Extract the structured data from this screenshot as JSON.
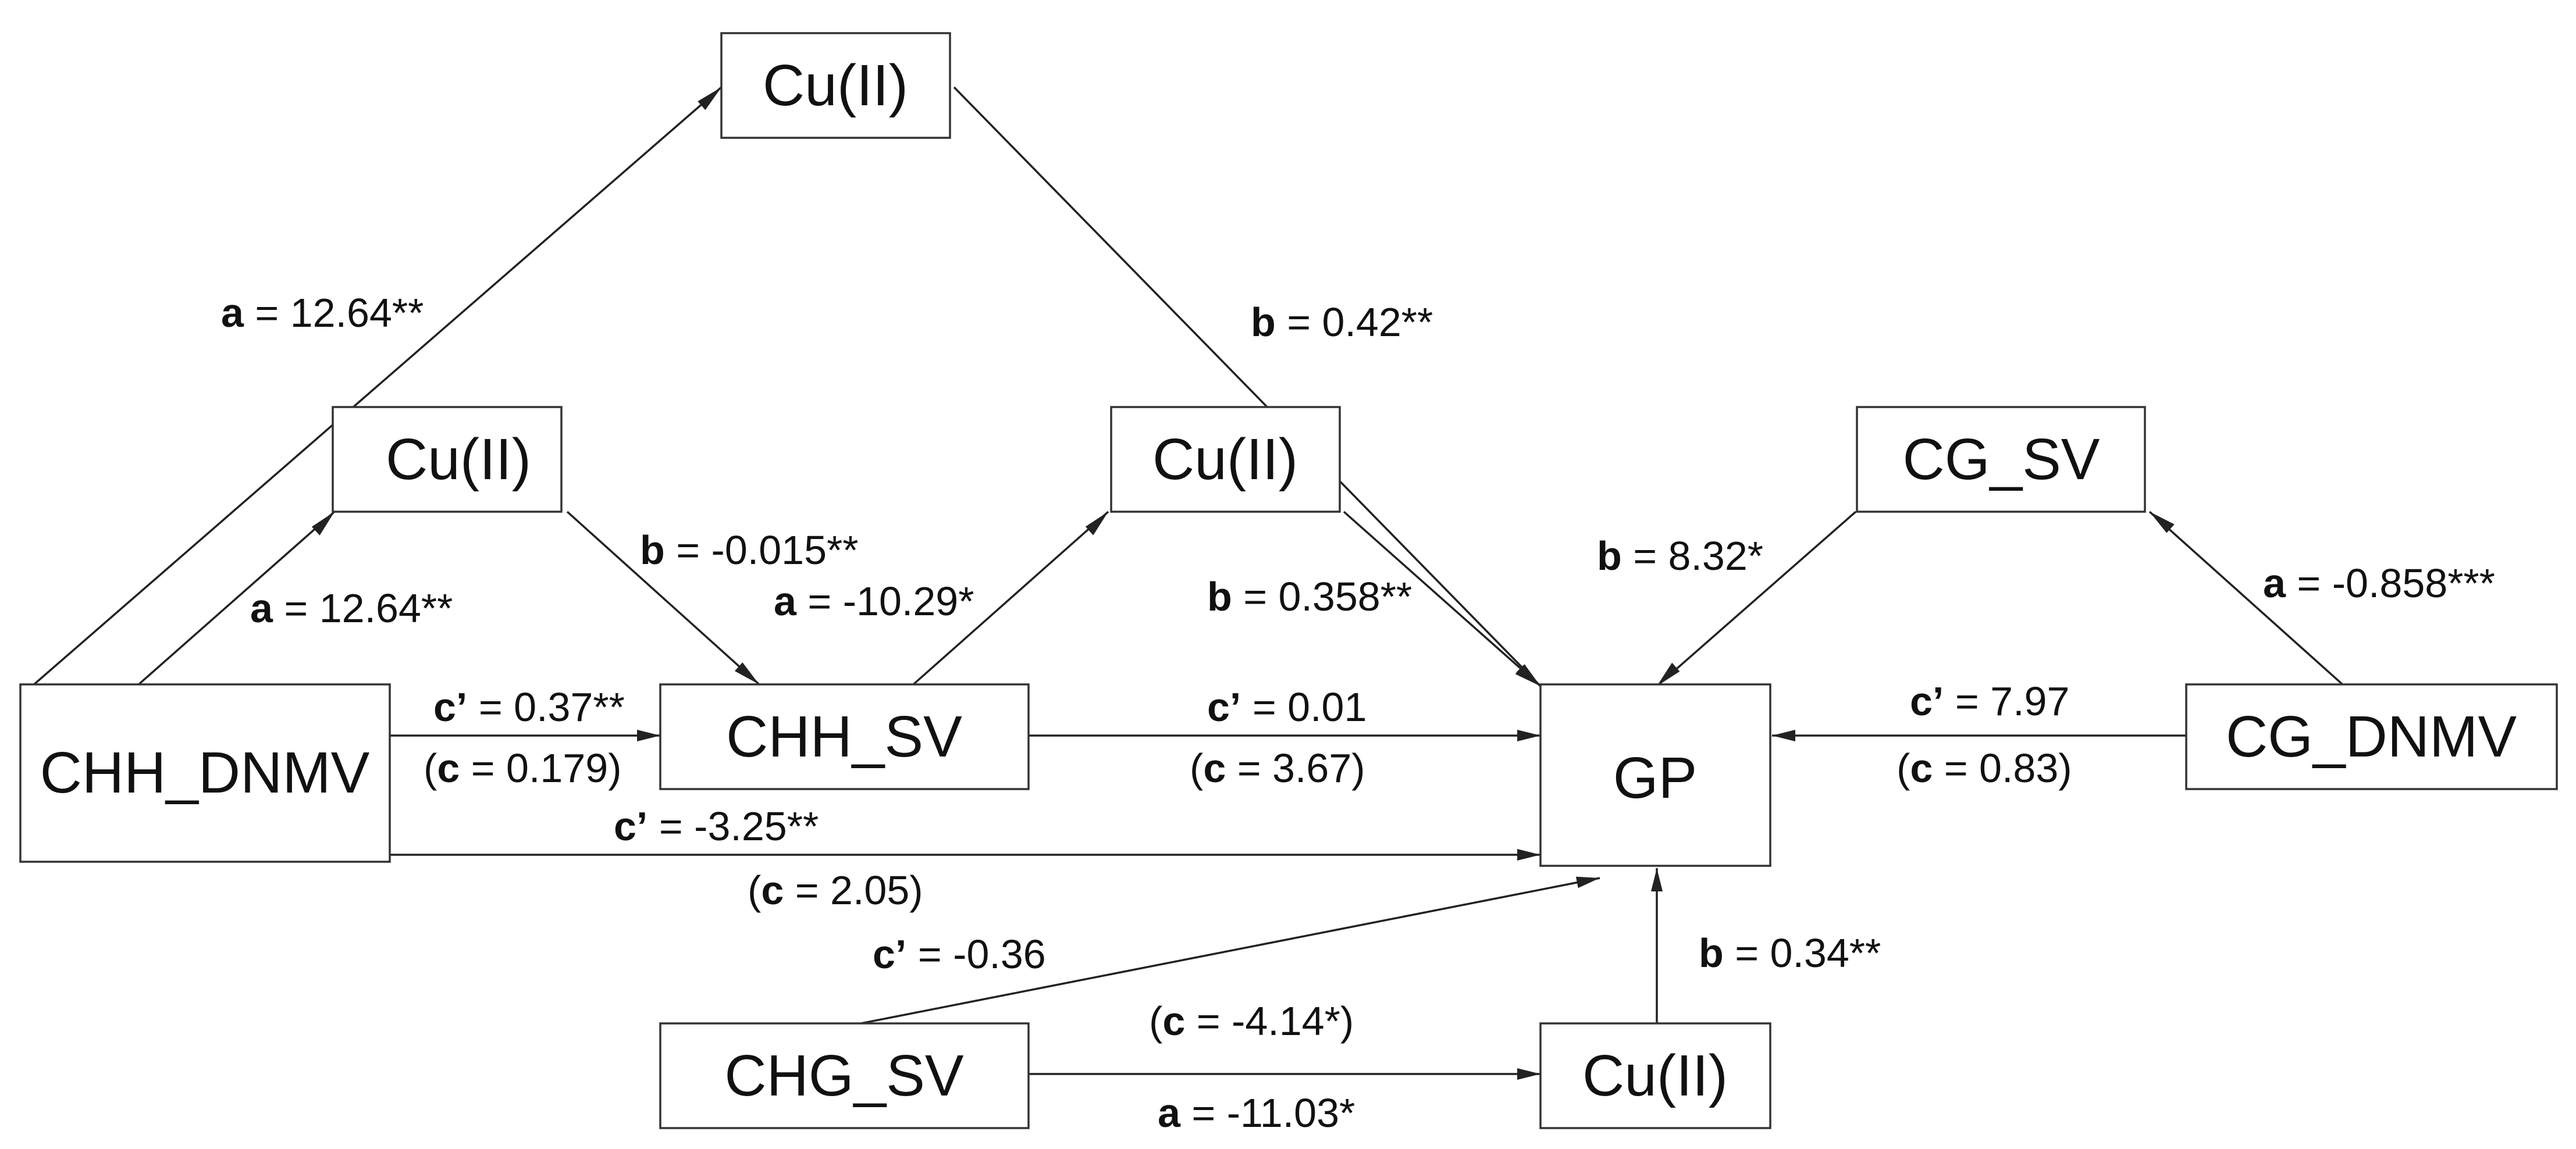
{
  "nodes": {
    "cu_top": "Cu(II)",
    "cu_left": "Cu(II)",
    "cu_mid": "Cu(II)",
    "cg_sv": "CG_SV",
    "chh_dnmv": "CHH_DNMV",
    "chh_sv": "CHH_SV",
    "gp": "GP",
    "cg_dnmv": "CG_DNMV",
    "chg_sv": "CHG_SV",
    "cu_bottom": "Cu(II)"
  },
  "paths": {
    "a_outer": {
      "sym": "a",
      "val": " = 12.64**"
    },
    "b_top": {
      "sym": "b",
      "val": " = 0.42**"
    },
    "a_inner": {
      "sym": "a",
      "val": " = 12.64**"
    },
    "b_left": {
      "sym": "b",
      "val": " = -0.015**"
    },
    "a_mid": {
      "sym": "a",
      "val": " = -10.29*"
    },
    "b_mid": {
      "sym": "b",
      "val": " = 0.358**"
    },
    "b_cgsv": {
      "sym": "b",
      "val": " = 8.32*"
    },
    "a_cg": {
      "sym": "a",
      "val": " = -0.858***"
    },
    "cp_chh": {
      "sym": "c’",
      "val": " = 0.37**"
    },
    "c_chh": {
      "open": "(",
      "sym": "c",
      "val": " = 0.179)"
    },
    "cp_chhsv": {
      "sym": "c’",
      "val": " = 0.01"
    },
    "c_chhsv": {
      "open": "(",
      "sym": "c",
      "val": " = 3.67)"
    },
    "cp_cg": {
      "sym": "c’",
      "val": " = 7.97"
    },
    "c_cg": {
      "open": "(",
      "sym": "c",
      "val": " = 0.83)"
    },
    "cp_direct": {
      "sym": "c’",
      "val": " = -3.25**"
    },
    "c_direct": {
      "open": "(",
      "sym": "c",
      "val": " = 2.05)"
    },
    "cp_chg": {
      "sym": "c’",
      "val": " = -0.36"
    },
    "c_chg": {
      "open": "(",
      "sym": "c",
      "val": " = -4.14*)"
    },
    "b_bottom": {
      "sym": "b",
      "val": " = 0.34**"
    },
    "a_bottom": {
      "sym": "a",
      "val": " = -11.03*"
    }
  }
}
